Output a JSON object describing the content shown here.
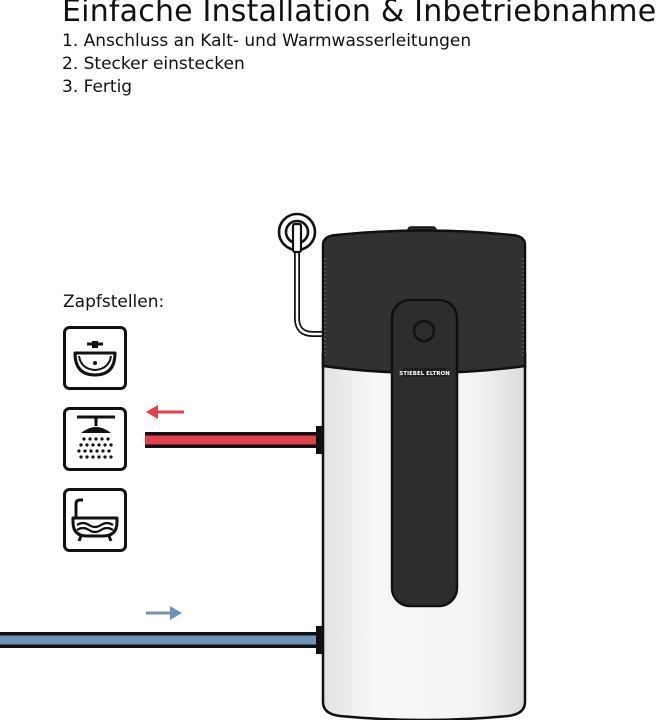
{
  "title": "Einfache Installation & Inbetriebnahme",
  "steps": [
    "1. Anschluss an Kalt- und Warmwasserleitungen",
    "2. Stecker einstecken",
    "3. Fertig"
  ],
  "taps_label": "Zapfstellen:",
  "brand": "STIEBEL ELTRON",
  "icons": [
    "sink-icon",
    "shower-icon",
    "bathtub-icon"
  ],
  "colors": {
    "hot_water": "#e0404a",
    "cold_water": "#6f93b4",
    "unit_top": "#2f3133",
    "unit_body": "#f1f1f1"
  }
}
